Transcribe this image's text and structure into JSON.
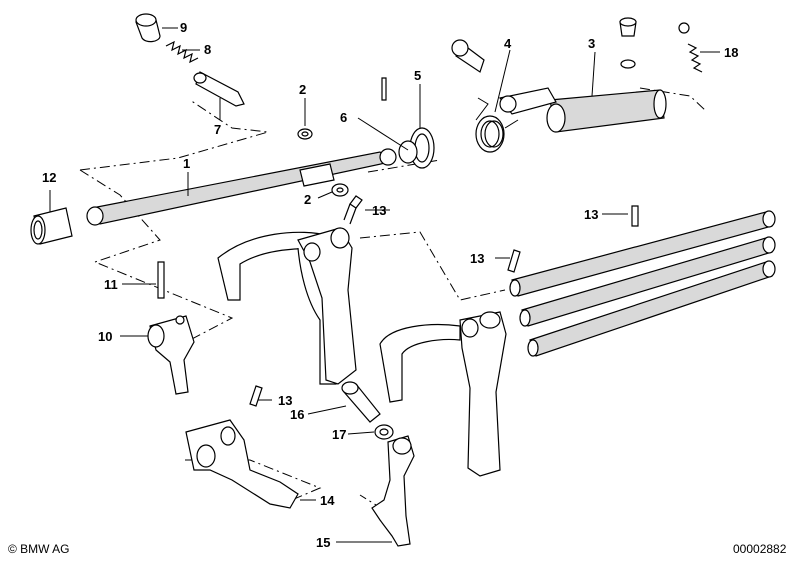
{
  "callouts": {
    "c1": "1",
    "c2a": "2",
    "c2b": "2",
    "c3": "3",
    "c4": "4",
    "c5": "5",
    "c6": "6",
    "c7": "7",
    "c8": "8",
    "c9": "9",
    "c10": "10",
    "c11": "11",
    "c12": "12",
    "c13a": "13",
    "c13b": "13",
    "c13c": "13",
    "c13d": "13",
    "c14": "14",
    "c15": "15",
    "c16": "16",
    "c17": "17",
    "c18": "18"
  },
  "footer": {
    "copyright": "© BMW AG",
    "image_number": "00002882"
  }
}
